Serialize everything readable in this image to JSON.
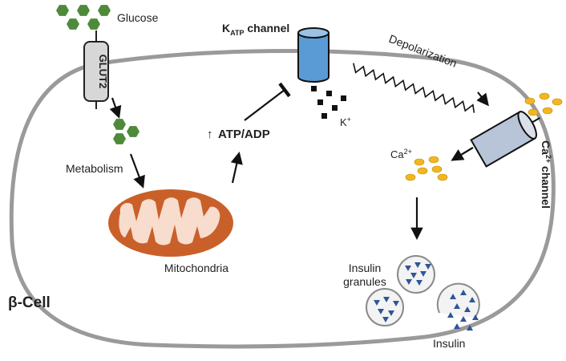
{
  "labels": {
    "glucose": "Glucose",
    "glut2": "GLUT2",
    "metabolism": "Metabolism",
    "mitochondria": "Mitochondria",
    "atp_arrow": "↑",
    "atp_adp": "ATP/ADP",
    "katp_k": "K",
    "katp_sub": "ATP",
    "katp_channel": " channel",
    "k_plus": "K",
    "k_plus_sup": "+",
    "depolarization": "Depolarization",
    "ca_channel_ca": "Ca",
    "ca_channel_sup": "2+",
    "ca_channel_word": " channel",
    "ca_ion": "Ca",
    "ca_ion_sup": "2+",
    "insulin_granules_line1": "Insulin",
    "insulin_granules_line2": "granules",
    "insulin": "Insulin",
    "beta_cell": "β-Cell"
  },
  "colors": {
    "membrane": "#9a9a9a",
    "glucose_hexagon": "#4f8a3a",
    "glut2_fill": "#d7d7d7",
    "mito_outer": "#c9602a",
    "mito_inner": "#f8dccd",
    "katp_fill": "#5b9bd5",
    "ca_channel_fill": "#b8c4d8",
    "calcium_ion": "#f2b720",
    "insulin_triangle": "#2f5597",
    "granule_fill": "#f3f3f3",
    "arrow": "#111111"
  }
}
